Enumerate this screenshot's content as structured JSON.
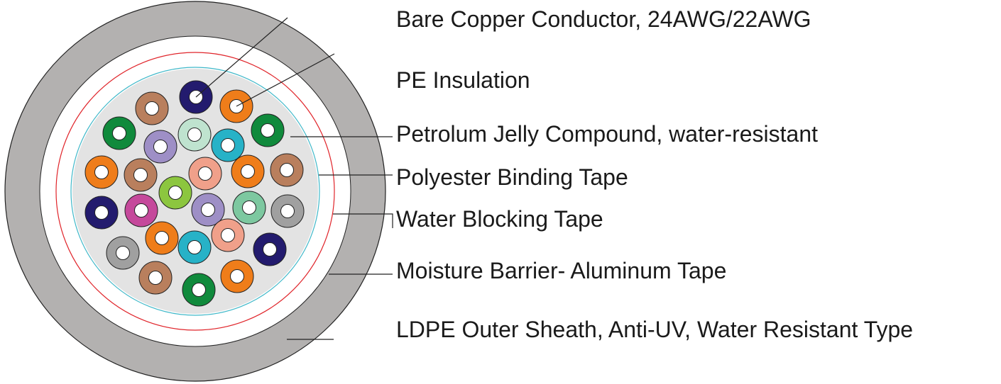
{
  "labels": [
    "Bare Copper Conductor, 24AWG/22AWG",
    "PE Insulation",
    "Petrolum Jelly Compound, water-resistant",
    "Polyester Binding Tape",
    "Water Blocking Tape",
    "Moisture Barrier- Aluminum Tape",
    "LDPE Outer Sheath, Anti-UV, Water Resistant Type"
  ],
  "colors": {
    "sheath": "#b3b1b0",
    "jelly": "#e3e3e3",
    "aluminum_tape": "#e0242a",
    "binding_tape": "#3fb8c9",
    "wire_colors": {
      "navy": "#231b6e",
      "orange": "#ef7d1a",
      "brown": "#b97f5d",
      "green": "#108a3c",
      "lavender": "#9e8fc6",
      "mint": "#bfe3cf",
      "teal": "#27b2c7",
      "salmon": "#f0a08a",
      "lime": "#8cc63f",
      "magenta": "#c5499b",
      "seafoam": "#7dc8a0",
      "grey": "#a0a0a0"
    }
  }
}
